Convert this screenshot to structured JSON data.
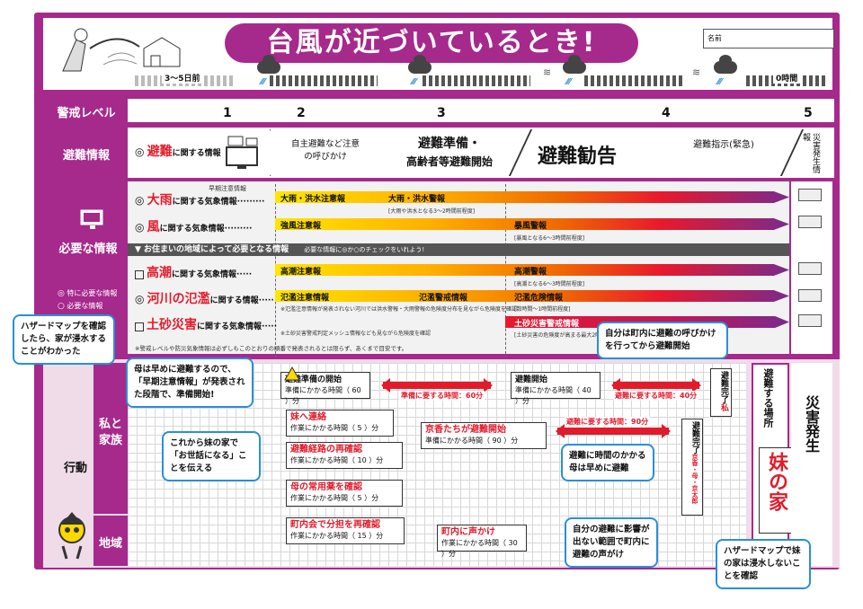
{
  "title": "台風が近づいているとき!",
  "name_label": "名前",
  "timeline": {
    "start": "3～5日前",
    "end": "0時間"
  },
  "rows": {
    "alert_level": "警戒レベル",
    "evac_info": "避難情報",
    "needed_info": "必要な情報",
    "action": "行動",
    "me_family": "私と家族",
    "community": "地域",
    "disaster": "災害発生"
  },
  "levels": [
    "1",
    "2",
    "3",
    "4",
    "5"
  ],
  "evac": {
    "l1_text": "に関する情報",
    "l1_red": "避難",
    "l2": "自主避難など注意の呼びかけ",
    "l3a": "避難準備・",
    "l3b": "高齢者等避難開始",
    "l4": "避難勧告",
    "l4b": "避難指示(緊急)",
    "l5": "災害発生情報"
  },
  "legend": {
    "strong": "特に必要な情報",
    "normal": "必要な情報"
  },
  "info_rows": [
    {
      "name": "大雨",
      "suffix": "に関する気象情報",
      "early": "早期注意情報",
      "a": "大雨・洪水注意報",
      "b": "大雨・洪水警報",
      "note": "[大雨や洪水となる3～2時間前程度]"
    },
    {
      "name": "風",
      "suffix": "に関する気象情報",
      "a": "強風注意報",
      "b": "暴風警報",
      "note": "[暴風となる6～3時間前程度]"
    },
    {
      "name": "高潮",
      "suffix": "に関する気象情報",
      "a": "高潮注意報",
      "b": "高潮警報",
      "note": "[高潮となる6～3時間前程度]"
    },
    {
      "name": "河川の氾濫",
      "suffix": "に関する情報",
      "a": "氾濫注意情報",
      "b": "氾濫警戒情報",
      "c": "氾濫危険情報",
      "note": "[数時間～1時間前程度]",
      "note2": "※氾濫注意情報が発表されない河川では洪水警報・大雨警報の危険度分布を見ながら危険度を確認"
    },
    {
      "name": "土砂災害",
      "suffix": "に関する気象情報",
      "c": "土砂災害警戒情報",
      "note": "[土砂災害の危険度が高まる最大2時間前]",
      "note2": "※土砂災害警戒判定メッシュ情報なども見ながら危険度を確認"
    }
  ],
  "gray_header": "▼ お住まいの地域によって必要となる情報",
  "gray_sub": "必要な情報に◎か○のチェックをいれよう!",
  "footnote": "※警戒レベルや防災気象情報は必ずしもこのとおりの順番で発表されるとは限らず、あくまで目安です。",
  "tasks": {
    "prep": {
      "title": "避難準備の開始",
      "time": "準備にかかる時間（ 60 ）分"
    },
    "evac_start": {
      "title": "避難開始",
      "time": "準備にかかる時間（ 40 ）分"
    },
    "t1": {
      "hand": "妹へ連絡",
      "time": "作業にかかる時間（ 5 ）分"
    },
    "t2": {
      "hand": "避難経路の再確認",
      "time": "作業にかかる時間（ 10 ）分"
    },
    "t3": {
      "hand": "母の常用薬を確認",
      "time": "作業にかかる時間（ 5 ）分"
    },
    "t4": {
      "hand": "京香たちが避難開始",
      "time": "準備にかかる時間（ 90 ）分"
    },
    "t5": {
      "hand": "町内会で分担を再確認",
      "time": "作業にかかる時間（ 15 ）分"
    },
    "t6": {
      "hand": "町内に声かけ",
      "time": "作業にかかる時間（ 30 ）分"
    }
  },
  "arrows": {
    "a1": "準備に要する時間：60分",
    "a2": "避難に要する時間：40分",
    "a3": "避難に要する時間：90分"
  },
  "done1": "避難完了",
  "done1_hand": "私",
  "done2": "避難完了",
  "done2_hand": "京香・母・京太郎",
  "shelter_label": "避難する場所",
  "shelter_hand": "妹の家",
  "callouts": {
    "c1": "ハザードマップを確認したら、家が浸水することがわかった",
    "c2": "母は早めに避難するので、「早期注意情報」が発表された段階で、準備開始!",
    "c3": "自分は町内に避難の呼びかけを行ってから避難開始",
    "c4": "これから妹の家で「お世話になる」ことを伝える",
    "c5": "避難に時間のかかる母は早めに避難",
    "c6": "自分の避難に影響が出ない範囲で町内に避難の声がけ",
    "c7": "ハザードマップで妹の家は浸水しないことを確認"
  }
}
